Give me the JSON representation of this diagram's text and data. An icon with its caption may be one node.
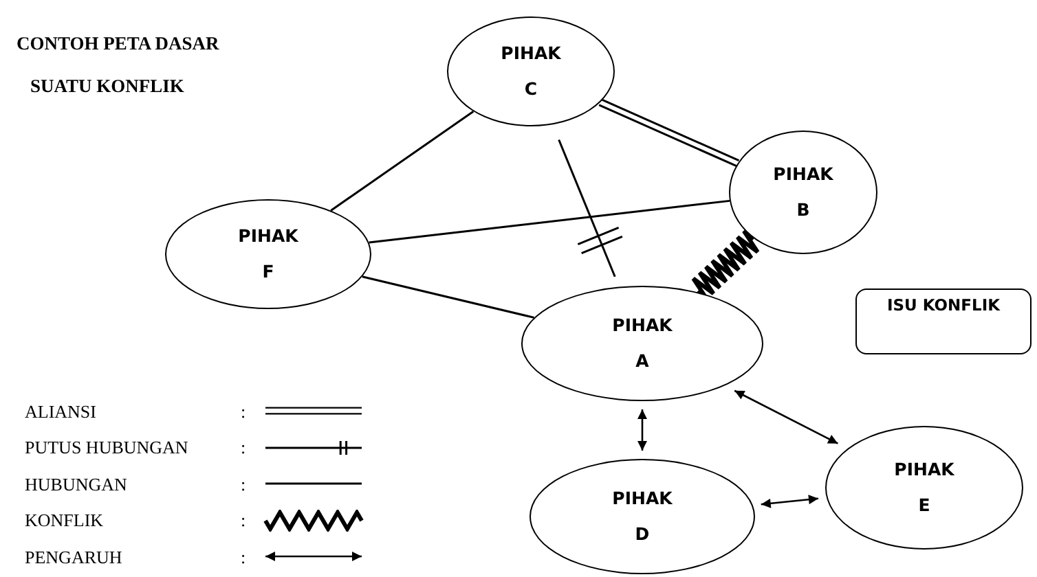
{
  "diagram": {
    "title": "CONTOH PETA DASAR SUATU KONFLIK",
    "nodes": [
      {
        "text": [
          "PIHAK",
          "C"
        ]
      },
      {
        "text": [
          "PIHAK",
          "B"
        ]
      },
      {
        "text": [
          "PIHAK",
          "F"
        ]
      },
      {
        "text": [
          "PIHAK",
          "A"
        ]
      },
      {
        "text": [
          "ISU KONFLIK"
        ]
      },
      {
        "text": [
          "PIHAK",
          "E"
        ]
      },
      {
        "text": [
          "PIHAK",
          "D"
        ]
      }
    ],
    "edges": [
      {
        "from": 0,
        "to": 1,
        "arrow": "none"
      },
      {
        "from": 0,
        "to": 1,
        "arrow": "none"
      },
      {
        "from": 0,
        "to": 2,
        "arrow": "none"
      },
      {
        "from": 2,
        "to": 1,
        "arrow": "none"
      },
      {
        "from": 0,
        "to": 3,
        "arrow": "other"
      },
      {
        "from": 2,
        "to": 3,
        "arrow": "none"
      },
      {
        "from": 3,
        "to": 1,
        "arrow": "none",
        "style": "thick"
      },
      {
        "from": 3,
        "to": 5,
        "arrow": "both"
      },
      {
        "from": 3,
        "to": 6,
        "arrow": "both"
      },
      {
        "from": 6,
        "to": 5,
        "arrow": "both"
      }
    ],
    "labels": [
      ":",
      ":",
      ":",
      ":",
      ":"
    ],
    "legend": [
      {
        "text": "ALIANSI"
      },
      {
        "text": "PUTUS HUBUNGAN"
      },
      {
        "text": "HUBUNGAN"
      },
      {
        "text": "KONFLIK"
      },
      {
        "text": "PENGARUH"
      }
    ]
  }
}
